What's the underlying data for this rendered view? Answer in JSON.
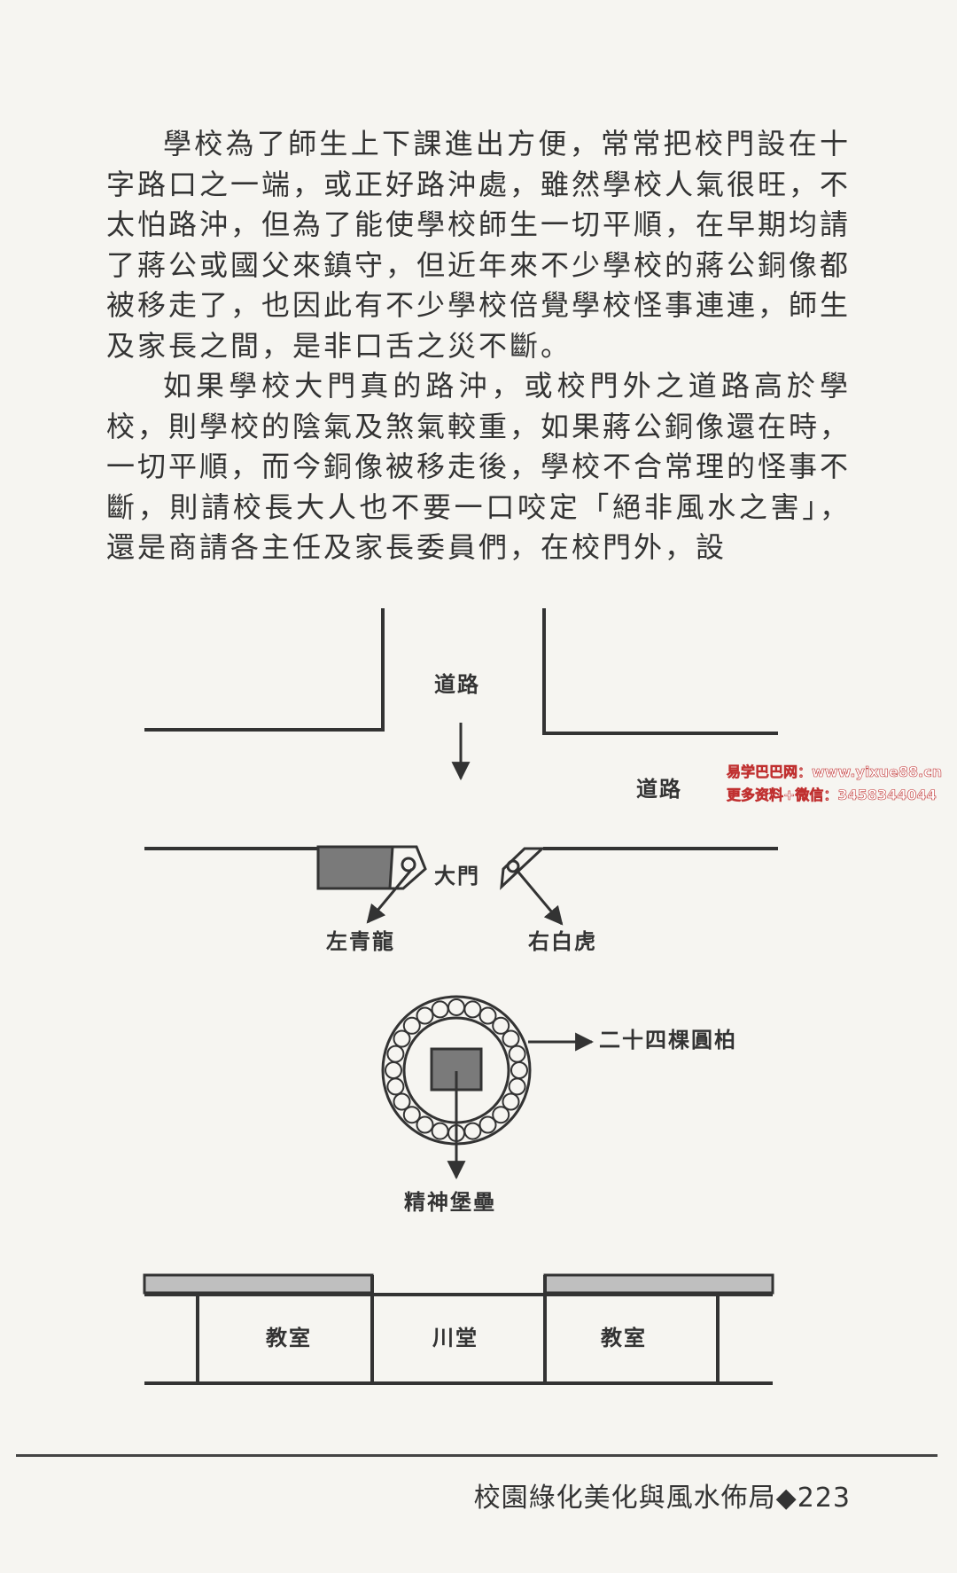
{
  "paragraphs": [
    "學校為了師生上下課進出方便，常常把校門設在十字路口之一端，或正好路沖處，雖然學校人氣很旺，不太怕路沖，但為了能使學校師生一切平順，在早期均請了蔣公或國父來鎮守，但近年來不少學校的蔣公銅像都被移走了，也因此有不少學校倍覺學校怪事連連，師生及家長之間，是非口舌之災不斷。",
    "如果學校大門真的路沖，或校門外之道路高於學校，則學校的陰氣及煞氣較重，如果蔣公銅像還在時，一切平順，而今銅像被移走後，學校不合常理的怪事不斷，則請校長大人也不要一口咬定「絕非風水之害」，還是商請各主任及家長委員們，在校門外，設"
  ],
  "diagram": {
    "road_vertical": "道路",
    "road_horizontal": "道路",
    "gate": "大門",
    "left_dragon": "左青龍",
    "right_tiger": "右白虎",
    "cypress": "二十四棵圓柏",
    "fortress": "精神堡壘",
    "classroom_left": "教室",
    "hall": "川堂",
    "classroom_right": "教室"
  },
  "watermark": {
    "line1": "易学巴巴网：www.yixue88.cn",
    "line2": "更多资料+微信：3458344044"
  },
  "footer": {
    "book_title": "校園綠化美化與風水佈局",
    "diamond": "◆",
    "page_number": "223"
  }
}
